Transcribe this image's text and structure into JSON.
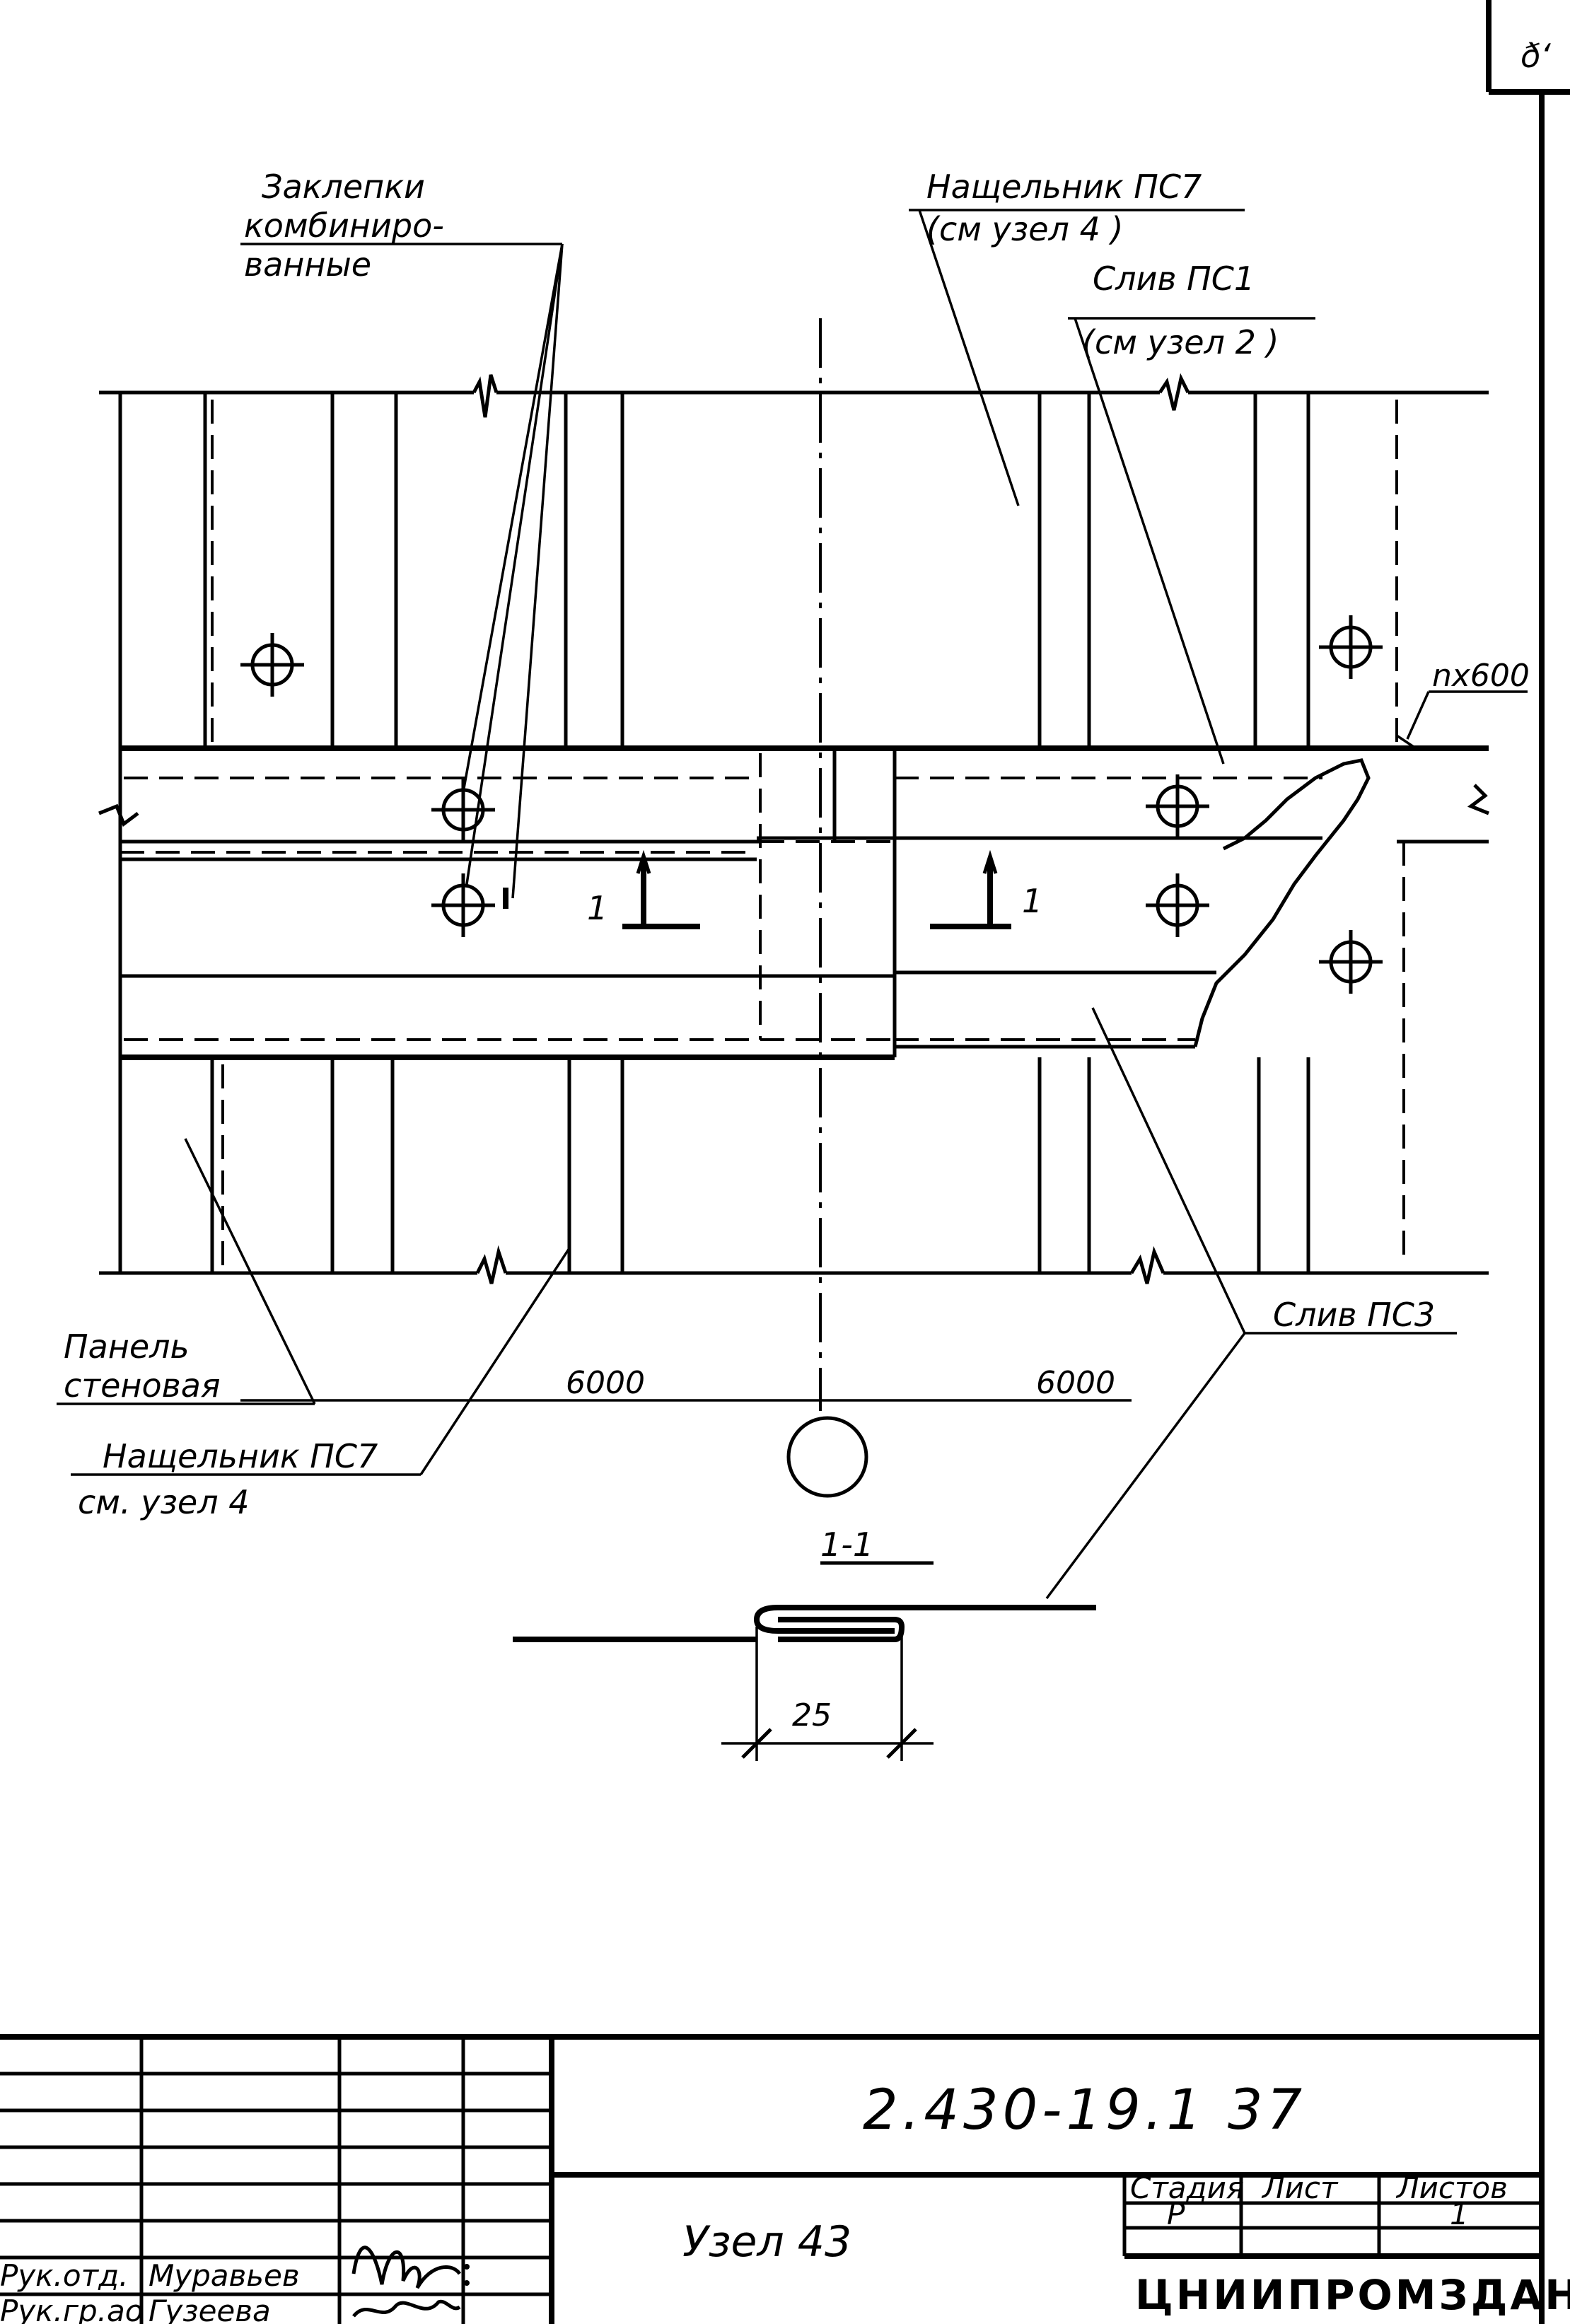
{
  "sheet_corner_number": "ð‘",
  "labels": {
    "rivets_line1": "Заклепки",
    "rivets_line2": "комбиниро-",
    "rivets_line3": "ванные",
    "batten_top_line1": "Нащельник ПС7",
    "batten_top_line2": "(см узел 4 )",
    "flashing_pc1_line1": "Слив ПС1",
    "flashing_pc1_line2": "(см узел 2 )",
    "dim_nx600": "nx600",
    "section_mark_left": "1",
    "section_mark_right": "1",
    "panel_line1": "Панель",
    "panel_line2": "стеновая",
    "batten_bottom_line1": "Нащельник ПС7",
    "batten_bottom_line2": "см. узел 4",
    "flashing_pc3": "Слив ПС3",
    "dim_6000_left": "6000",
    "dim_6000_right": "6000",
    "section_title": "1-1",
    "dim_25": "25"
  },
  "title_block": {
    "document_code": "2.430-19.1 37",
    "drawing_name": "Узел 43",
    "stage_header": "Стадия",
    "sheet_header": "Лист",
    "sheets_header": "Листов",
    "stage_value": "Р",
    "sheet_value": "",
    "sheets_value": "1",
    "organization": "ЦНИИПРОМЗДАНИЙ",
    "role_1": "Рук.отд.",
    "name_1": "Муравьев",
    "role_2": "Рук.гр.ао",
    "name_2": "Гузеева"
  }
}
